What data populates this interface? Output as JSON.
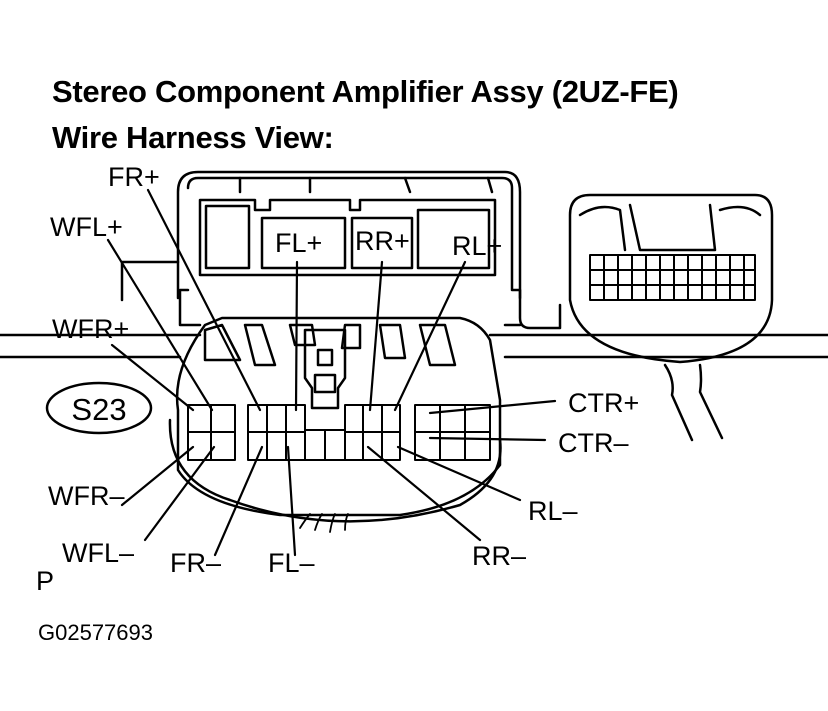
{
  "title_line1": "Stereo Component Amplifier Assy (2UZ-FE)",
  "title_line2": "Wire Harness View:",
  "connector_id": "S23",
  "pins": {
    "fr_plus": "FR+",
    "wfl_plus": "WFL+",
    "fl_plus": "FL+",
    "rr_plus": "RR+",
    "rl_plus": "RL+",
    "wfr_plus": "WFR+",
    "ctr_plus": "CTR+",
    "ctr_minus": "CTR–",
    "wfr_minus": "WFR–",
    "rl_minus": "RL–",
    "wfl_minus": "WFL–",
    "fr_minus": "FR–",
    "fl_minus": "FL–",
    "rr_minus": "RR–"
  },
  "marker": "P",
  "figure_code": "G02577693"
}
